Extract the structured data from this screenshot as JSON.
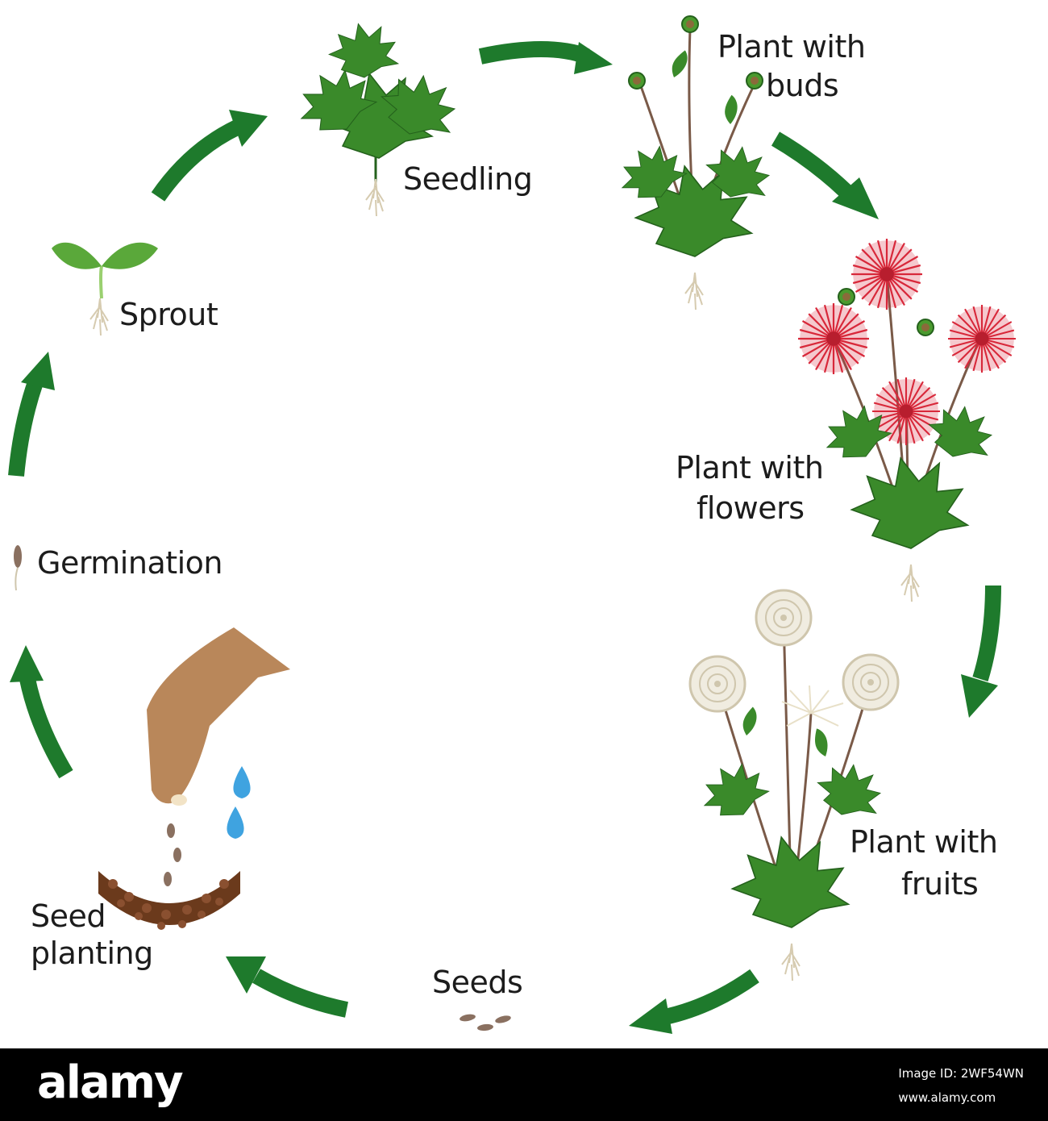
{
  "diagram": {
    "stages": {
      "seedling": "Seedling",
      "buds_line1": "Plant with",
      "buds_line2": "buds",
      "sprout": "Sprout",
      "flowers_line1": "Plant with",
      "flowers_line2": "flowers",
      "germination": "Germination",
      "fruits_line1": "Plant with",
      "fruits_line2": "fruits",
      "planting_line1": "Seed",
      "planting_line2": "planting",
      "seeds": "Seeds"
    },
    "colors": {
      "arrow": "#1e7a2c",
      "leaf": "#3a8a2a",
      "leaf_dark": "#24611c",
      "flower": "#d8283a",
      "fruit": "#f0ece0",
      "stem": "#7a5a48",
      "root": "#d6cbb0",
      "hand": "#b9875a",
      "soil": "#6b3a1c",
      "water": "#3fa3e0"
    }
  },
  "footer": {
    "brand": "alamy",
    "image_id_label": "Image ID: 2WF54WN",
    "site": "www.alamy.com"
  }
}
